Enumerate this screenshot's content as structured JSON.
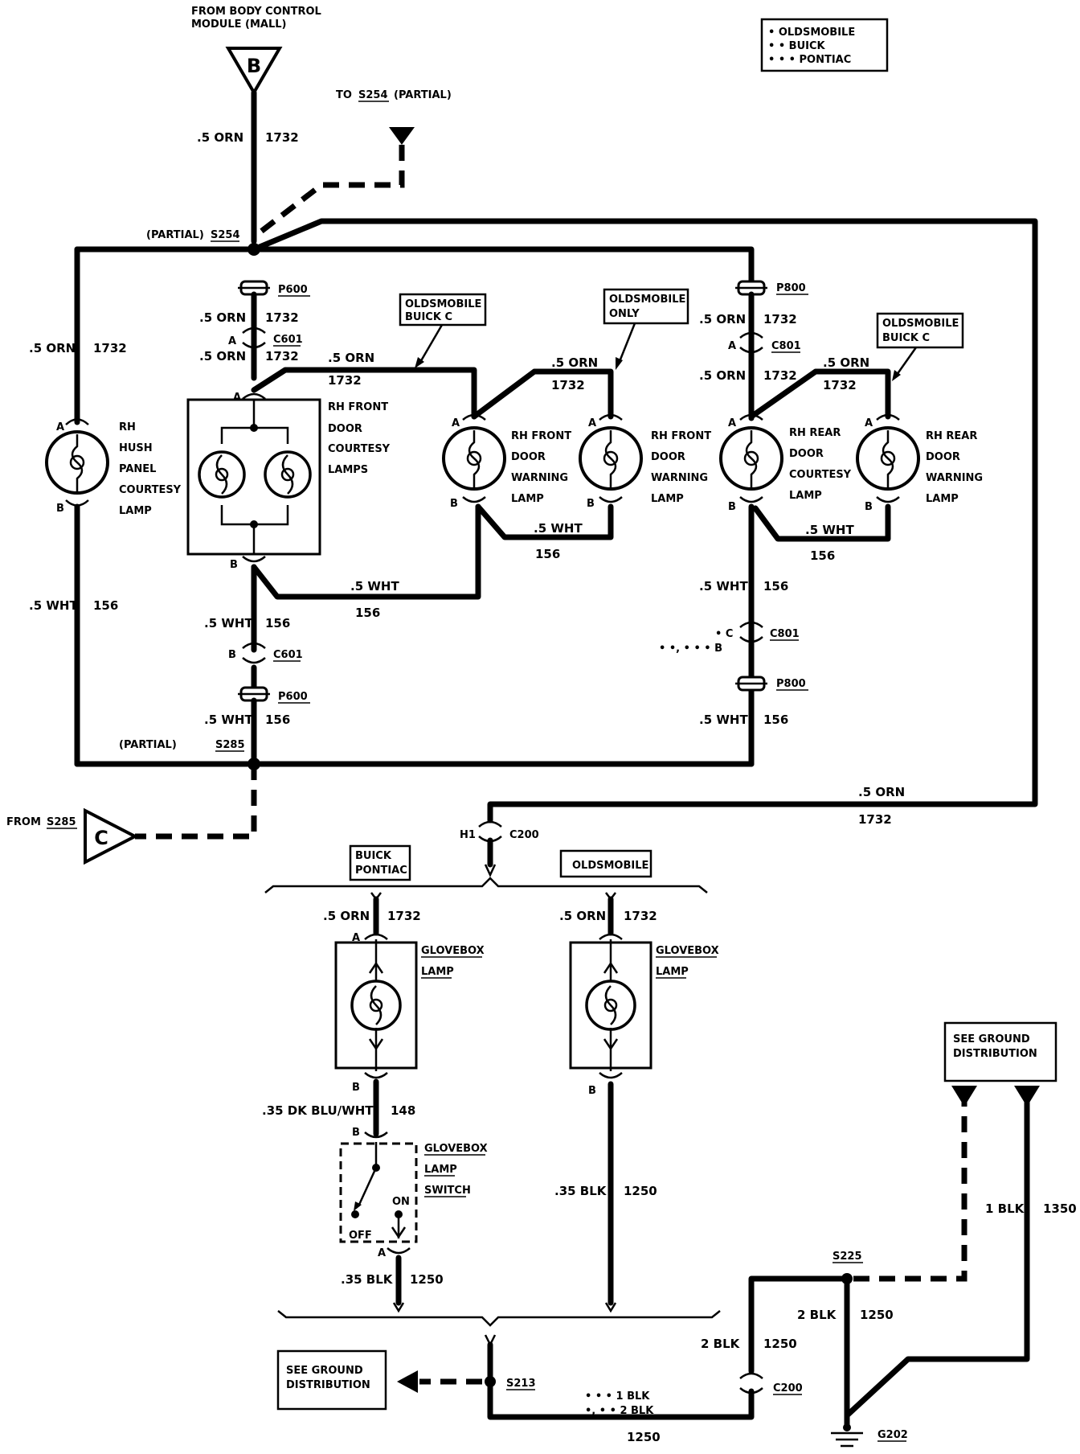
{
  "legend": {
    "oldsmobile": "• OLDSMOBILE",
    "buick": "• • BUICK",
    "pontiac": "• • • PONTIAC"
  },
  "top": {
    "from_bcm_1": "FROM BODY CONTROL",
    "from_bcm_2": "MODULE (MALL)",
    "connector_b": "B",
    "wire_orn": ".5 ORN",
    "wire_1732": "1732",
    "to_s254_prefix": "TO",
    "to_s254_link": "S254",
    "to_s254_suffix": "(PARTIAL)",
    "partial_s254": "(PARTIAL)",
    "s254": "S254"
  },
  "connectors": {
    "p600": "P600",
    "c601": "C601",
    "p800": "P800",
    "c801": "C801",
    "c200": "C200",
    "h1": "H1",
    "pin_a": "A",
    "pin_b": "B",
    "pin_c_dot": "• C",
    "pin_b_dots": "• •, • • • B"
  },
  "wires": {
    "orn": ".5 ORN",
    "wht": ".5 WHT",
    "n1732": "1732",
    "n156": "156",
    "blk_035": ".35 BLK",
    "n1250": "1250",
    "dkblu": ".35 DK BLU/WHT",
    "n148": "148",
    "blk_1": "1 BLK",
    "n1350": "1350",
    "blk_2": "2 BLK",
    "dots_1blk": "• • •  1 BLK",
    "dots_2blk": "•, • •  2 BLK"
  },
  "callouts": {
    "olds_buick_c_1": "OLDSMOBILE",
    "olds_buick_c_2": "BUICK C",
    "olds_only_1": "OLDSMOBILE",
    "olds_only_2": "ONLY",
    "buick_pontiac_1": "BUICK",
    "buick_pontiac_2": "PONTIAC",
    "oldsmobile": "OLDSMOBILE",
    "see_ground_1": "SEE GROUND",
    "see_ground_2": "DISTRIBUTION"
  },
  "components": {
    "hush": [
      "RH",
      "HUSH",
      "PANEL",
      "COURTESY",
      "LAMP"
    ],
    "front_courtesy": [
      "RH FRONT",
      "DOOR",
      "COURTESY",
      "LAMPS"
    ],
    "front_warning": [
      "RH FRONT",
      "DOOR",
      "WARNING",
      "LAMP"
    ],
    "rear_courtesy": [
      "RH REAR",
      "DOOR",
      "COURTESY",
      "LAMP"
    ],
    "rear_warning": [
      "RH REAR",
      "DOOR",
      "WARNING",
      "LAMP"
    ],
    "glovebox_lamp": [
      "GLOVEBOX",
      "LAMP"
    ],
    "glovebox_switch": [
      "GLOVEBOX",
      "LAMP",
      "SWITCH"
    ],
    "switch_on": "ON",
    "switch_off": "OFF"
  },
  "bottom": {
    "partial_s285": "(PARTIAL)",
    "s285": "S285",
    "from_s285_prefix": "FROM",
    "from_s285_link": "S285",
    "connector_c": "C",
    "s213": "S213",
    "s225": "S225",
    "g202": "G202"
  }
}
